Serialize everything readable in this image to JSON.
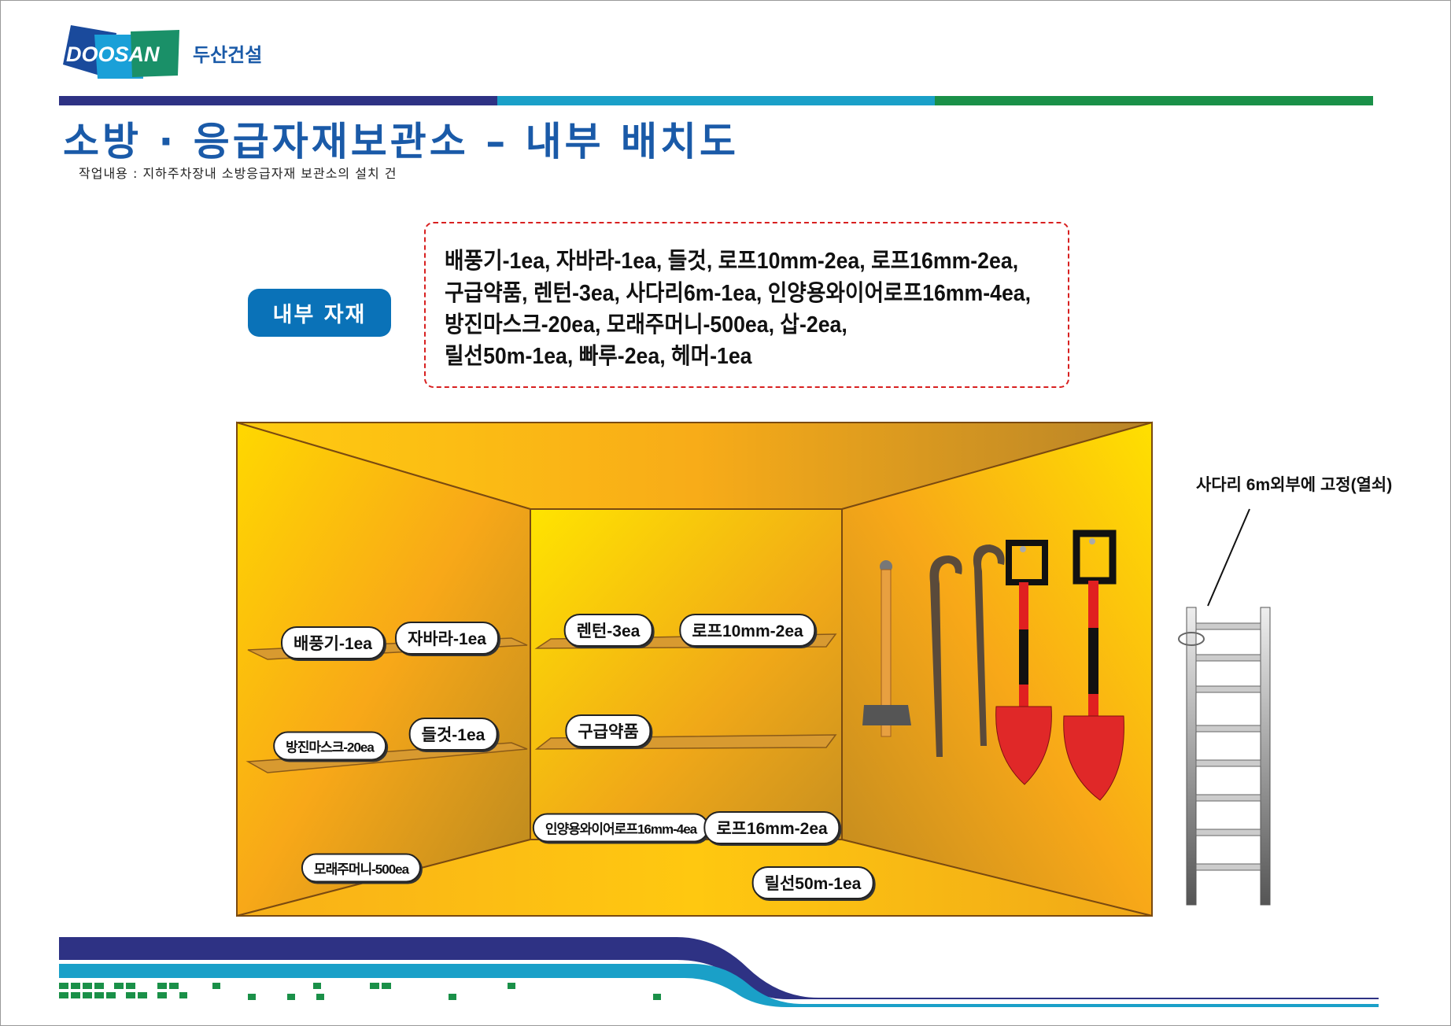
{
  "header": {
    "logo_text": "DOOSAN",
    "company_name": "두산건설",
    "colors": {
      "navy": "#2e3284",
      "cyan": "#1aa0c8",
      "green": "#1a9048",
      "title": "#1a5aa8"
    }
  },
  "title": "소방 · 응급자재보관소 – 내부 배치도",
  "subtitle": "작업내용 : 지하주차장내 소방응급자재 보관소의 설치 건",
  "materials_button": "내부 자재",
  "materials_lines": [
    "배풍기-1ea, 자바라-1ea, 들것, 로프10mm-2ea, 로프16mm-2ea,",
    "구급약품, 렌턴-3ea, 사다리6m-1ea, 인양용와이어로프16mm-4ea,",
    "방진마스크-20ea, 모래주머니-500ea, 삽-2ea,",
    "릴선50m-1ea, 빠루-2ea, 헤머-1ea"
  ],
  "room_labels": {
    "fan": "배풍기-1ea",
    "duct": "자바라-1ea",
    "lantern": "렌턴-3ea",
    "rope10": "로프10mm-2ea",
    "mask": "방진마스크-20ea",
    "stretcher": "들것-1ea",
    "firstaid": "구급약품",
    "wirerope": "인양용와이어로프16mm-4ea",
    "rope16": "로프16mm-2ea",
    "sandbag": "모래주머니-500ea",
    "reel": "릴선50m-1ea"
  },
  "ladder_note": "사다리 6m외부에 고정(열쇠)"
}
